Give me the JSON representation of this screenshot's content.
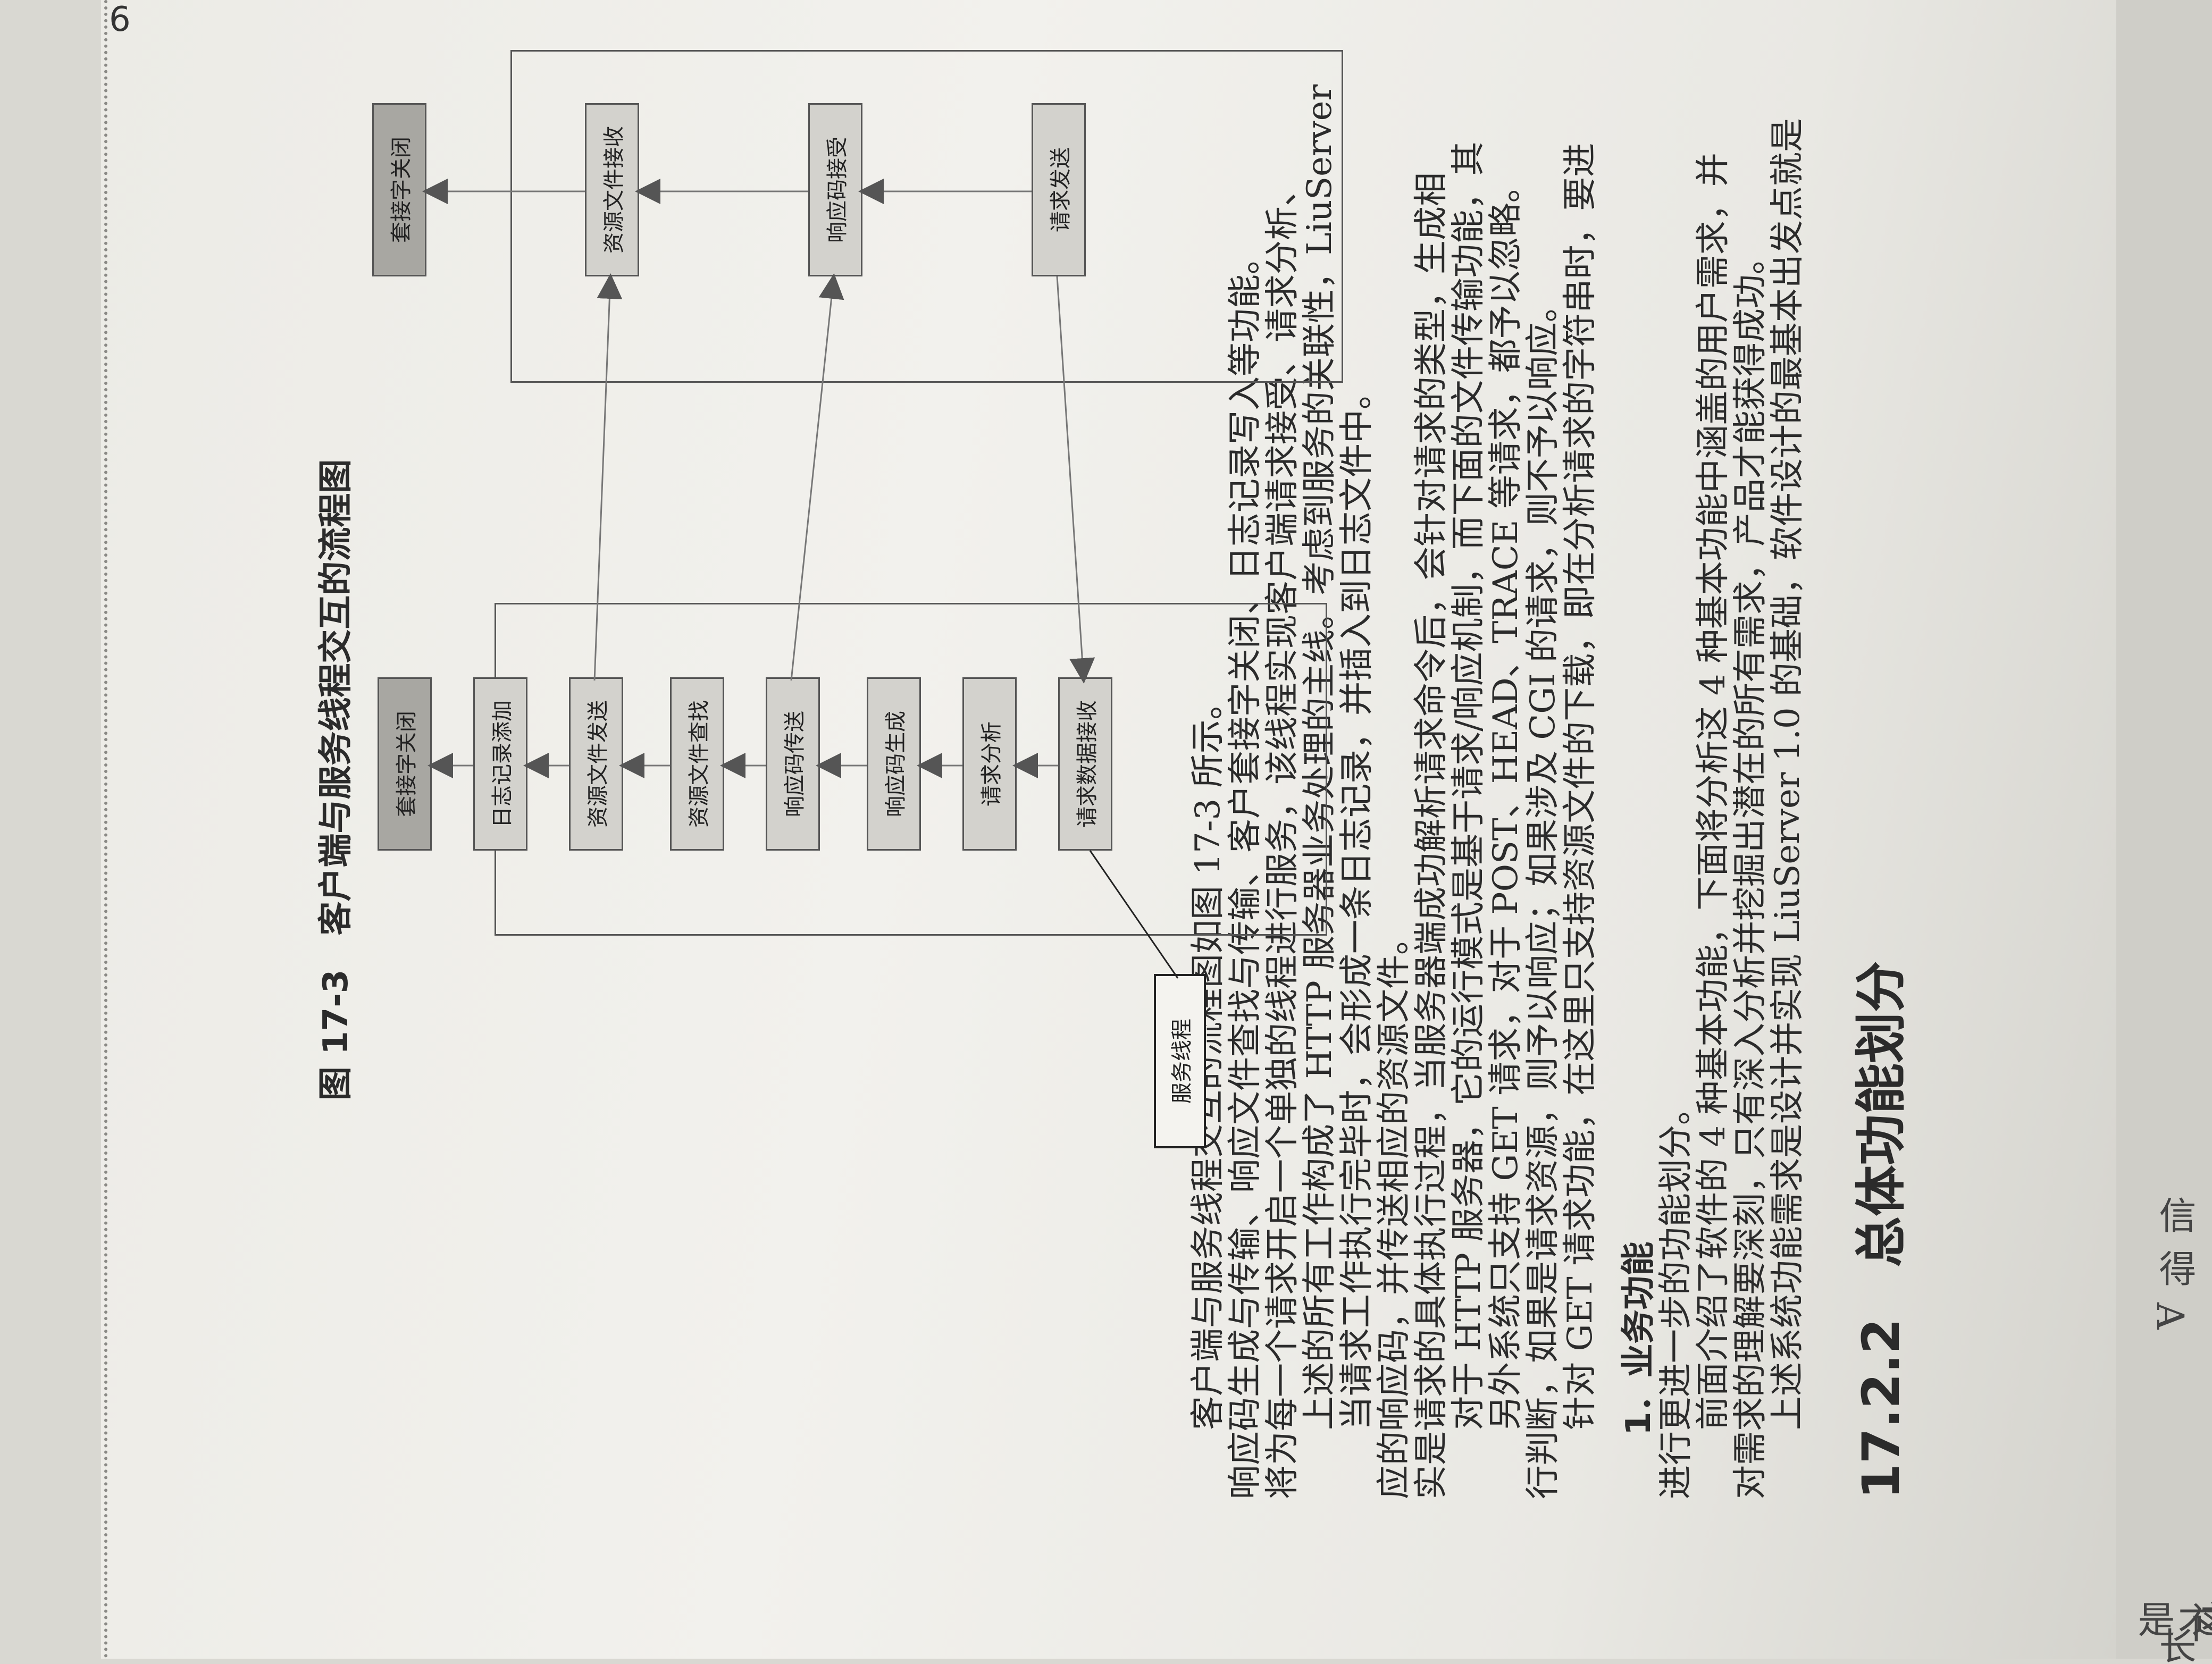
{
  "page": {
    "page_number": "6",
    "right_edge_chars": [
      "这是",
      "的不",
      "得",
      "信",
      "A",
      "长"
    ]
  },
  "section": {
    "title": "17.2.2　总体功能划分",
    "intro_lines": [
      "上述系统功能需求是设计并实现 LiuServer 1.0 的基础，软件设计的最基本出发点就是",
      "对需求的理解要深刻，只有深入分析并挖掘出潜在的所有需求，产品才能获得成功。",
      "前面介绍了软件的 4 种基本功能，下面将分析这 4 种基本功能中涵盖的用户需求，并",
      "进行更进一步的功能划分。"
    ],
    "subsection_title": "1．业务功能",
    "body_lines": [
      "针对 GET 请求功能，在这里只支持资源文件的下载，即在分析请求的字符串时，要进",
      "行判断，如果是请求资源，则予以响应；如果涉及 CGI 的请求，则不予以响应。",
      "另外系统只支持 GET 请求，对于 POST、HEAD、TRACE 等请求，都予以忽略。",
      "对于 HTTP 服务器，它的运行模式是基于请求/响应机制，而下面的文件传输功能，其",
      "实是请求的具体执行过程，当服务器端成功解析请求命令后，会针对请求的类型，生成相",
      "应的响应码，并传送相应的资源文件。",
      "当请求工作执行完毕时，会形成一条日志记录，并插入到日志文件中。",
      "上述的所有工作构成了 HTTP 服务器业务处理的主线。考虑到服务的关联性，LiuServer",
      "将为每一个请求开启一个单独的线程进行服务，该线程实现客户端请求接受、请求分析、",
      "响应码生成与传输、响应文件查找与传输、客户套接字关闭、日志记录写入等功能。",
      "客户端与服务线程交互的流程图如图 17-3 所示。"
    ]
  },
  "figure": {
    "client_steps": [
      "请求发送",
      "响应码接受",
      "资源文件接收",
      "套接字关闭"
    ],
    "server_steps": [
      "请求数据接收",
      "请求分析",
      "响应码生成",
      "响应码传送",
      "资源文件查找",
      "资源文件发送",
      "日志记录添加",
      "套接字关闭"
    ],
    "server_label": "服务线程",
    "caption": "图 17-3　客户端与服务线程交互的流程图"
  }
}
